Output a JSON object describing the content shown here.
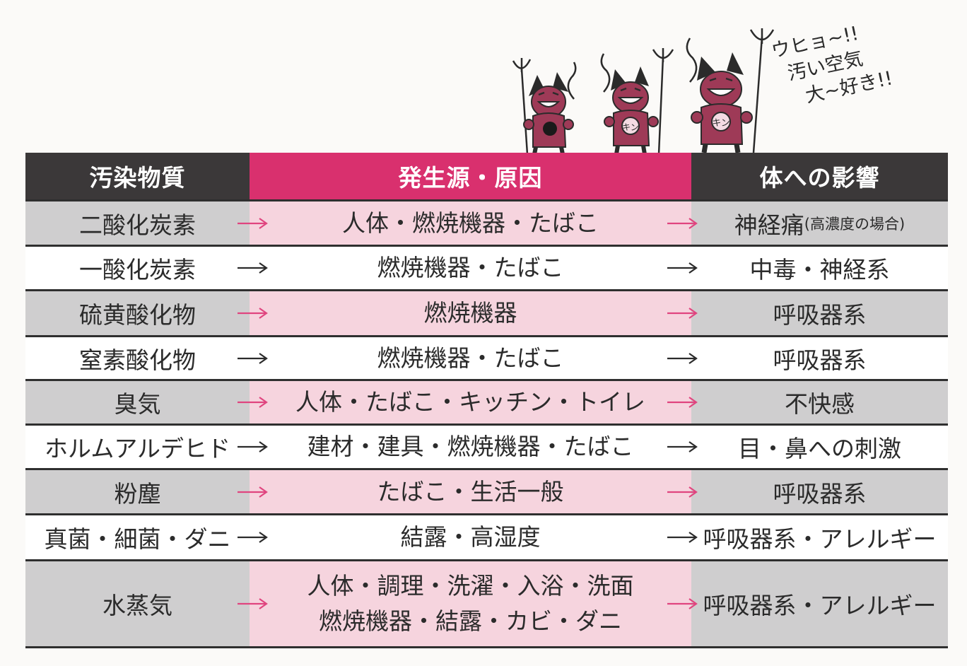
{
  "speech_bubble": [
    "ウヒョ~!!",
    "汚い空気",
    "大~好き!!"
  ],
  "mascot_badge_text": "キン",
  "headers": {
    "substance": "汚染物質",
    "source": "発生源・原因",
    "effect": "体への影響"
  },
  "rows": [
    {
      "substance": "二酸化炭素",
      "source": [
        "人体・燃焼機器・たばこ"
      ],
      "effect": "神経痛",
      "effect_note": "(高濃度の場合)"
    },
    {
      "substance": "一酸化炭素",
      "source": [
        "燃焼機器・たばこ"
      ],
      "effect": "中毒・神経系",
      "effect_note": ""
    },
    {
      "substance": "硫黄酸化物",
      "source": [
        "燃焼機器"
      ],
      "effect": "呼吸器系",
      "effect_note": ""
    },
    {
      "substance": "窒素酸化物",
      "source": [
        "燃焼機器・たばこ"
      ],
      "effect": "呼吸器系",
      "effect_note": ""
    },
    {
      "substance": "臭気",
      "source": [
        "人体・たばこ・キッチン・トイレ"
      ],
      "effect": "不快感",
      "effect_note": ""
    },
    {
      "substance": "ホルムアルデヒド",
      "source": [
        "建材・建具・燃焼機器・たばこ"
      ],
      "effect": "目・鼻への刺激",
      "effect_note": ""
    },
    {
      "substance": "粉塵",
      "source": [
        "たばこ・生活一般"
      ],
      "effect": "呼吸器系",
      "effect_note": ""
    },
    {
      "substance": "真菌・細菌・ダニ",
      "source": [
        "結露・高湿度"
      ],
      "effect": "呼吸器系・アレルギー",
      "effect_note": ""
    },
    {
      "substance": "水蒸気",
      "source": [
        "人体・調理・洗濯・入浴・洗面",
        "燃焼機器・結露・カビ・ダニ"
      ],
      "effect": "呼吸器系・アレルギー",
      "effect_note": ""
    }
  ],
  "colors": {
    "header_dark": "#3b3839",
    "header_pink": "#d9306e",
    "row_gray": "#cfcecf",
    "row_pink": "#f6d4de",
    "arrow_pink": "#e0457f",
    "arrow_dark": "#2b2b2b",
    "mascot": "#9e3a57"
  }
}
